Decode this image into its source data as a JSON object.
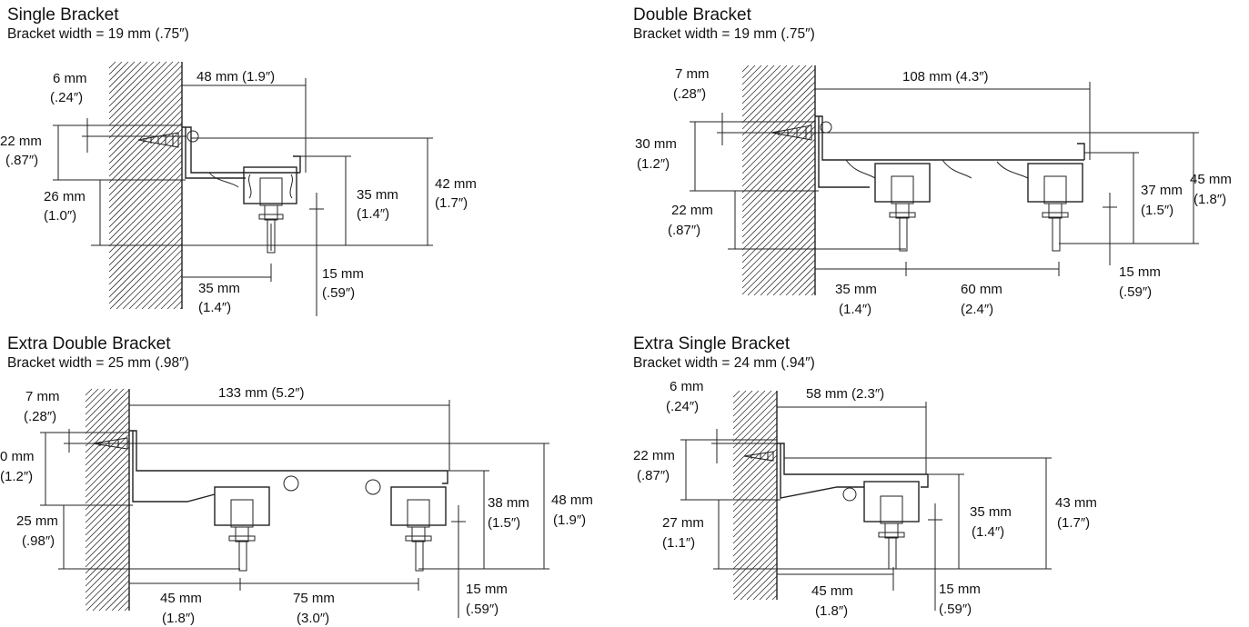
{
  "panels": [
    {
      "title": "Single Bracket",
      "subtitle": "Bracket width = 19 mm (.75″)",
      "labels": [
        "6 mm",
        "(.24″)",
        "48 mm (1.9″)",
        "22 mm",
        "(.87″)",
        "26 mm",
        "(1.0″)",
        "35 mm",
        "(1.4″)",
        "42 mm",
        "(1.7″)",
        "35 mm",
        "(1.4″)",
        "15 mm",
        "(.59″)"
      ]
    },
    {
      "title": "Double Bracket",
      "subtitle": "Bracket width = 19 mm (.75″)",
      "labels": [
        "7 mm",
        "(.28″)",
        "108 mm (4.3″)",
        "30 mm",
        "(1.2″)",
        "22 mm",
        "(.87″)",
        "37 mm",
        "(1.5″)",
        "45 mm",
        "(1.8″)",
        "35 mm",
        "(1.4″)",
        "60 mm",
        "(2.4″)",
        "15 mm",
        "(.59″)"
      ]
    },
    {
      "title": "Extra Double Bracket",
      "subtitle": "Bracket width = 25 mm (.98″)",
      "labels": [
        "7 mm",
        "(.28″)",
        "133 mm (5.2″)",
        "0 mm",
        "(1.2″)",
        "25 mm",
        "(.98″)",
        "38 mm",
        "(1.5″)",
        "48 mm",
        "(1.9″)",
        "45 mm",
        "(1.8″)",
        "75 mm",
        "(3.0″)",
        "15 mm",
        "(.59″)"
      ]
    },
    {
      "title": "Extra Single Bracket",
      "subtitle": "Bracket width = 24 mm (.94″)",
      "labels": [
        "6 mm",
        "(.24″)",
        "58 mm (2.3″)",
        "22 mm",
        "(.87″)",
        "27 mm",
        "(1.1″)",
        "35 mm",
        "(1.4″)",
        "43 mm",
        "(1.7″)",
        "45 mm",
        "(1.8″)",
        "15 mm",
        "(.59″)"
      ]
    }
  ]
}
